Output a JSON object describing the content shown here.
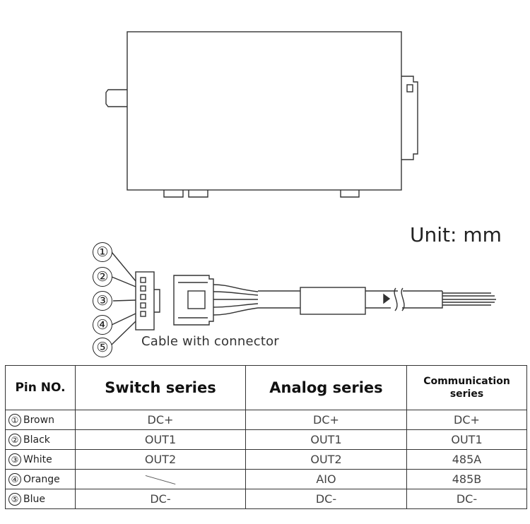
{
  "unit_label": "Unit: mm",
  "cable_caption": "Cable with connector",
  "pin_callouts": [
    "①",
    "②",
    "③",
    "④",
    "⑤"
  ],
  "table": {
    "headers": [
      "Pin NO.",
      "Switch series",
      "Analog series",
      "Communication series"
    ],
    "rows": [
      {
        "pin": "①",
        "color": "Brown",
        "switch": "DC+",
        "analog": "DC+",
        "comm": "DC+"
      },
      {
        "pin": "②",
        "color": "Black",
        "switch": "OUT1",
        "analog": "OUT1",
        "comm": "OUT1"
      },
      {
        "pin": "③",
        "color": "White",
        "switch": "OUT2",
        "analog": "OUT2",
        "comm": "485A"
      },
      {
        "pin": "④",
        "color": "Orange",
        "switch": "",
        "analog": "AIO",
        "comm": "485B"
      },
      {
        "pin": "⑤",
        "color": "Blue",
        "switch": "DC-",
        "analog": "DC-",
        "comm": "DC-"
      }
    ]
  }
}
